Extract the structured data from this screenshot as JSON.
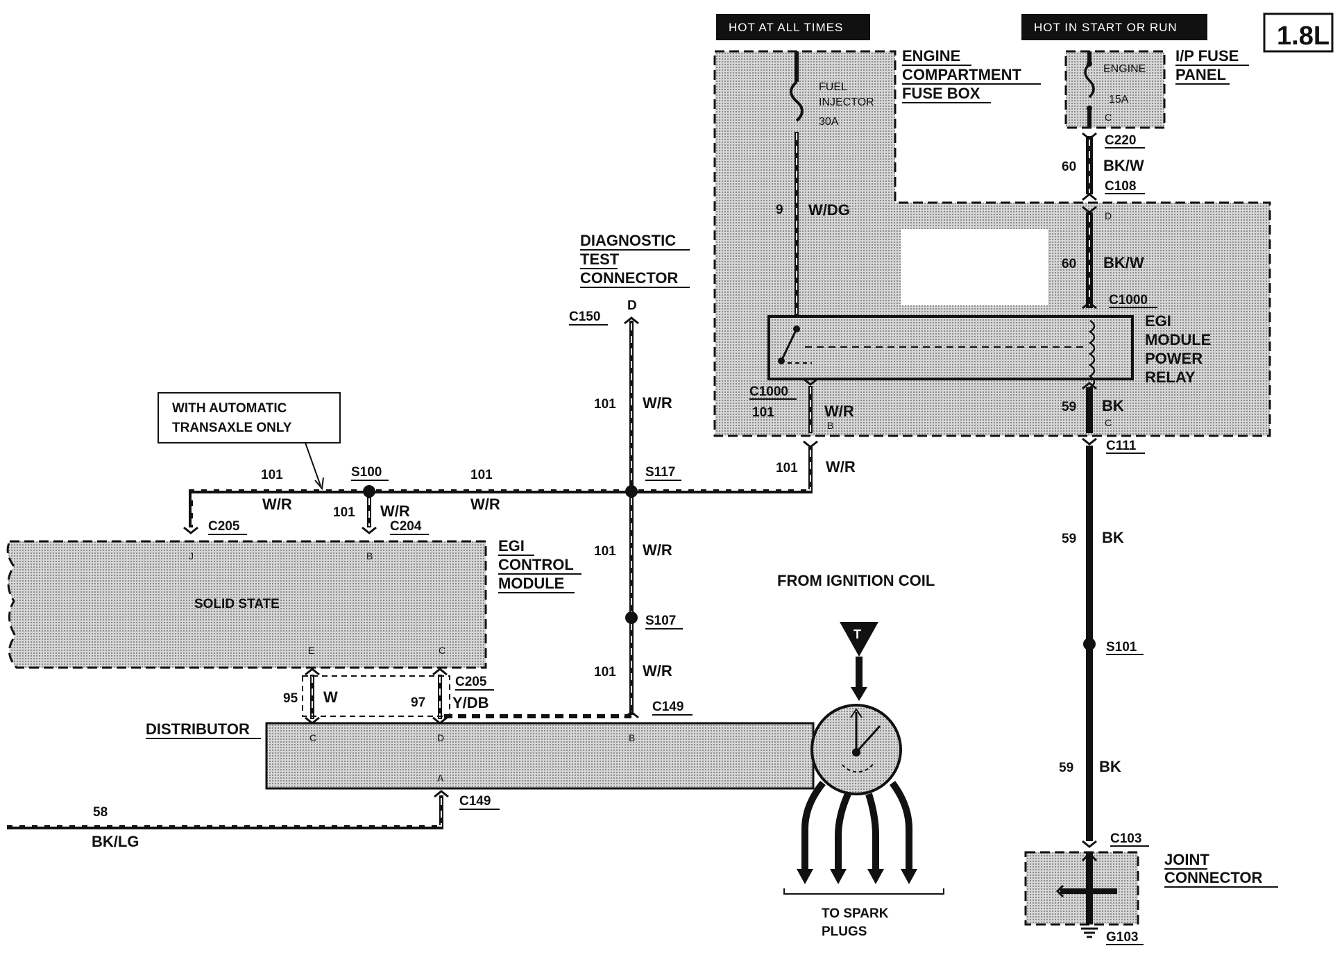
{
  "badge": "1.8L",
  "power_labels": {
    "hot_all_times": "HOT AT ALL TIMES",
    "hot_start_run": "HOT IN START OR RUN"
  },
  "components": {
    "engine_fuse_box": [
      "ENGINE",
      "COMPARTMENT",
      "FUSE BOX"
    ],
    "fuse_injector": [
      "FUEL",
      "INJECTOR",
      "30A"
    ],
    "ip_fuse_panel": [
      "I/P FUSE",
      "PANEL"
    ],
    "fuse_engine": [
      "ENGINE",
      "15A",
      "C"
    ],
    "diagnostic_connector": [
      "DIAGNOSTIC",
      "TEST",
      "CONNECTOR"
    ],
    "egi_relay": [
      "EGI",
      "MODULE",
      "POWER",
      "RELAY"
    ],
    "egi_control_module": [
      "EGI",
      "CONTROL",
      "MODULE"
    ],
    "solid_state": "SOLID STATE",
    "note": [
      "WITH AUTOMATIC",
      "TRANSAXLE ONLY"
    ],
    "distributor": "DISTRIBUTOR",
    "from_ignition_coil": "FROM IGNITION COIL",
    "to_spark_plugs": [
      "TO SPARK",
      "PLUGS"
    ],
    "joint_connector": [
      "JOINT",
      "CONNECTOR"
    ]
  },
  "connectors": {
    "c220": "C220",
    "c108": "C108",
    "c1000a": "C1000",
    "c1000b": "C1000",
    "c111": "C111",
    "c150": "C150",
    "s117": "S117",
    "s100": "S100",
    "c205a": "C205",
    "c204": "C204",
    "s107": "S107",
    "c205b": "C205",
    "c149a": "C149",
    "c149b": "C149",
    "s101": "S101",
    "c103": "C103",
    "g103": "G103"
  },
  "wires": {
    "w9": {
      "circuit": "9",
      "color": "W/DG"
    },
    "w60a": {
      "circuit": "60",
      "color": "BK/W"
    },
    "w60b": {
      "circuit": "60",
      "color": "BK/W"
    },
    "w59a": {
      "circuit": "59",
      "color": "BK"
    },
    "w59b": {
      "circuit": "59",
      "color": "BK"
    },
    "w59c": {
      "circuit": "59",
      "color": "BK"
    },
    "w101_relay": {
      "circuit": "101",
      "color": "W/R"
    },
    "w101_c111": {
      "circuit": "101",
      "color": "W/R"
    },
    "w101_diag": {
      "circuit": "101",
      "color": "W/R"
    },
    "w101_mid": {
      "circuit": "101",
      "color": "W/R"
    },
    "w101_left": {
      "circuit": "101",
      "color": "W/R"
    },
    "w101_s100": {
      "circuit": "101",
      "color": "W/R"
    },
    "w101_below": {
      "circuit": "101",
      "color": "W/R"
    },
    "w101_bottom": {
      "circuit": "101",
      "color": "W/R"
    },
    "w95": {
      "circuit": "95",
      "color": "W"
    },
    "w97": {
      "circuit": "97",
      "color": "Y/DB"
    },
    "w58": {
      "circuit": "58",
      "color": "BK/LG"
    }
  },
  "pins": {
    "diag_d": "D",
    "relay_d": "D",
    "relay_b": "B",
    "relay_c": "C",
    "ecm_j": "J",
    "ecm_b": "B",
    "ecm_e": "E",
    "ecm_c": "C",
    "dist_c": "C",
    "dist_d": "D",
    "dist_b": "B",
    "dist_a": "A"
  }
}
